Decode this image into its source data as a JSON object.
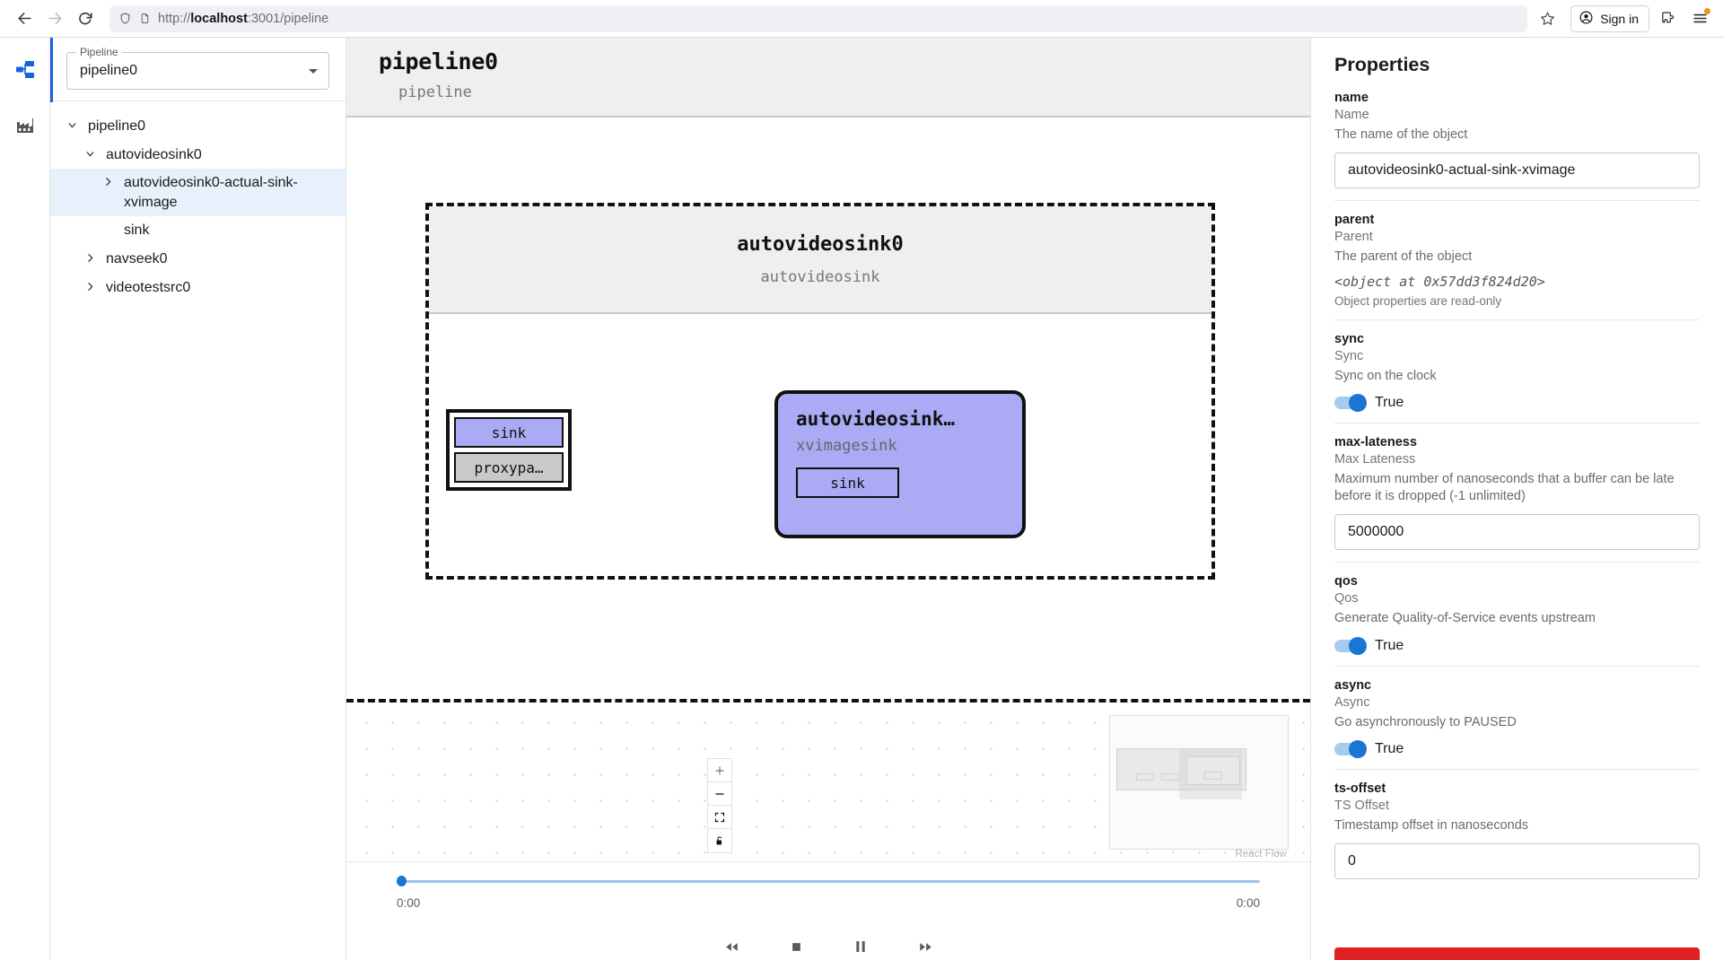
{
  "browser": {
    "back_icon": "arrow-left-icon",
    "forward_icon": "arrow-right-icon",
    "reload_icon": "reload-icon",
    "shield_icon": "shield-icon",
    "page_icon": "page-icon",
    "url_prefix": "http://",
    "url_host": "localhost",
    "url_suffix": ":3001/pipeline",
    "bookmark_icon": "star-icon",
    "signin_label": "Sign in",
    "account_icon": "account-icon",
    "extensions_icon": "extensions-icon",
    "menu_icon": "hamburger-menu-icon"
  },
  "rail": {
    "items": [
      {
        "name": "pipeline-graph",
        "icon": "hierarchy-icon",
        "active": true
      },
      {
        "name": "factory",
        "icon": "factory-icon",
        "active": false
      }
    ]
  },
  "sidebar": {
    "select_legend": "Pipeline",
    "select_value": "pipeline0",
    "tree": [
      {
        "label": "pipeline0",
        "depth": 0,
        "twisty": "expanded",
        "selected": false
      },
      {
        "label": "autovideosink0",
        "depth": 1,
        "twisty": "expanded",
        "selected": false
      },
      {
        "label": "autovideosink0-actual-sink-xvimage",
        "depth": 2,
        "twisty": "collapsed",
        "selected": true
      },
      {
        "label": "sink",
        "depth": 2,
        "twisty": "none",
        "selected": false
      },
      {
        "label": "navseek0",
        "depth": 1,
        "twisty": "collapsed",
        "selected": false
      },
      {
        "label": "videotestsrc0",
        "depth": 1,
        "twisty": "collapsed",
        "selected": false
      }
    ]
  },
  "graph": {
    "header_title": "pipeline0",
    "header_subtitle": "pipeline",
    "group": {
      "title": "autovideosink0",
      "subtitle": "autovideosink"
    },
    "ghost_node": {
      "pads": [
        {
          "label": "sink",
          "kind": "sink"
        },
        {
          "label": "proxypa…",
          "kind": "proxy"
        }
      ]
    },
    "element_node": {
      "title": "autovideosink…",
      "subtitle": "xvimagesink",
      "pad": "sink"
    },
    "colors": {
      "selected_node": "#aaaaf5",
      "proxy_pad": "#c9c9c9",
      "group_header": "#efefef"
    }
  },
  "flow": {
    "controls": [
      {
        "name": "zoom-in",
        "glyph": "+"
      },
      {
        "name": "zoom-out",
        "glyph": "−"
      },
      {
        "name": "fit-view",
        "glyph": "fit"
      },
      {
        "name": "toggle-interactivity",
        "glyph": "lock"
      }
    ],
    "attribution": "React Flow"
  },
  "player": {
    "position_value": 0,
    "current_time": "0:00",
    "total_time": "0:00",
    "transport": [
      {
        "name": "rewind-button",
        "icon": "rewind-icon"
      },
      {
        "name": "stop-button",
        "icon": "stop-icon"
      },
      {
        "name": "pause-button",
        "icon": "pause-icon"
      },
      {
        "name": "fast-forward-button",
        "icon": "fast-forward-icon"
      }
    ]
  },
  "properties": {
    "title": "Properties",
    "items": [
      {
        "key": "name",
        "nick": "Name",
        "desc": "The name of the object",
        "type": "text",
        "value": "autovideosink0-actual-sink-xvimage"
      },
      {
        "key": "parent",
        "nick": "Parent",
        "desc": "The parent of the object",
        "type": "readonly",
        "value": "<object at 0x57dd3f824d20>",
        "note": "Object properties are read-only"
      },
      {
        "key": "sync",
        "nick": "Sync",
        "desc": "Sync on the clock",
        "type": "bool",
        "value": "True"
      },
      {
        "key": "max-lateness",
        "nick": "Max Lateness",
        "desc": "Maximum number of nanoseconds that a buffer can be late before it is dropped (-1 unlimited)",
        "type": "text",
        "value": "5000000"
      },
      {
        "key": "qos",
        "nick": "Qos",
        "desc": "Generate Quality-of-Service events upstream",
        "type": "bool",
        "value": "True"
      },
      {
        "key": "async",
        "nick": "Async",
        "desc": "Go asynchronously to PAUSED",
        "type": "bool",
        "value": "True"
      },
      {
        "key": "ts-offset",
        "nick": "TS Offset",
        "desc": "Timestamp offset in nanoseconds",
        "type": "text",
        "value": "0"
      }
    ],
    "accent": "#1976d2",
    "danger": "#e02020"
  }
}
